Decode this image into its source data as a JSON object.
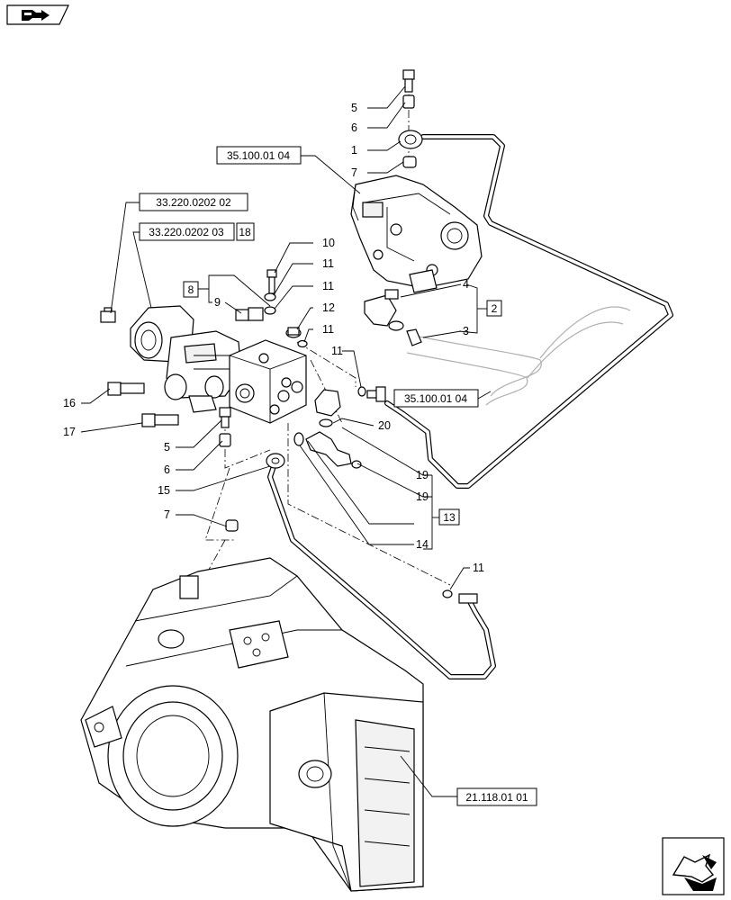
{
  "header": {
    "nav_icon": "book-arrow-icon"
  },
  "footer": {
    "nav_icon": "next-page-arrow-icon"
  },
  "references": {
    "r1": "35.100.01 04",
    "r2": "33.220.0202 02",
    "r3": "33.220.0202 03",
    "r3_box": "18",
    "r4": "35.100.01 04",
    "r5": "21.118.01 01"
  },
  "group_boxes": {
    "g8": "8",
    "g2": "2",
    "g13": "13"
  },
  "callouts": {
    "c5a": "5",
    "c6a": "6",
    "c1": "1",
    "c7a": "7",
    "c10": "10",
    "c11a": "11",
    "c11b": "11",
    "c9": "9",
    "c12": "12",
    "c11c": "11",
    "c4": "4",
    "c3": "3",
    "c11d": "11",
    "c20": "20",
    "c16": "16",
    "c17": "17",
    "c5b": "5",
    "c6b": "6",
    "c15": "15",
    "c19a": "19",
    "c19b": "19",
    "c7b": "7",
    "c14": "14",
    "c11e": "11"
  }
}
